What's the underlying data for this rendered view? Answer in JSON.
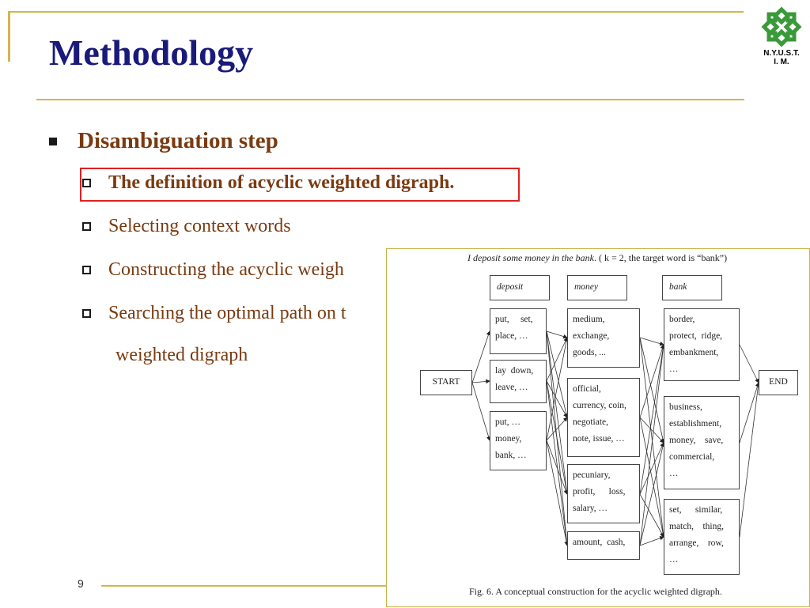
{
  "slide": {
    "title": "Methodology",
    "main_bullet": "Disambiguation step",
    "sub_bullets": [
      "The definition of acyclic weighted digraph.",
      "Selecting context words",
      "Constructing the acyclic weigh",
      "Searching the optimal path on t"
    ],
    "continuation": "weighted digraph",
    "page_number": "9"
  },
  "logo": {
    "line1": "N.Y.U.S.T.",
    "line2": "I. M.",
    "color": "#3a9a3a"
  },
  "figure": {
    "header_sentence": "I deposit some money in the bank",
    "header_param": ". ( k = 2, the target word is “bank”)",
    "caption": "Fig. 6.  A conceptual construction for the acyclic weighted digraph.",
    "start_label": "START",
    "end_label": "END",
    "columns": [
      {
        "header": "deposit",
        "senses": [
          "put,     set,\nplace, …",
          "lay  down,\nleave, …",
          "put, …\nmoney,\nbank, …"
        ]
      },
      {
        "header": "money",
        "senses": [
          "medium,\nexchange,\ngoods, ...",
          "official,\ncurrency, coin,\nnegotiate,\nnote, issue, …",
          "pecuniary,\nprofit,      loss,\nsalary, …",
          "amount,  cash,"
        ]
      },
      {
        "header": "bank",
        "senses": [
          "border,\nprotect,  ridge,\nembankment,\n…",
          "business,\nestablishment,\nmoney,    save,\ncommercial,\n…",
          "set,      similar,\nmatch,    thing,\narrange,    row,\n…"
        ]
      }
    ]
  },
  "colors": {
    "title": "#1a1a7a",
    "body_text": "#7a3a10",
    "accent_rule": "#d2b650",
    "highlight": "#e02020"
  }
}
